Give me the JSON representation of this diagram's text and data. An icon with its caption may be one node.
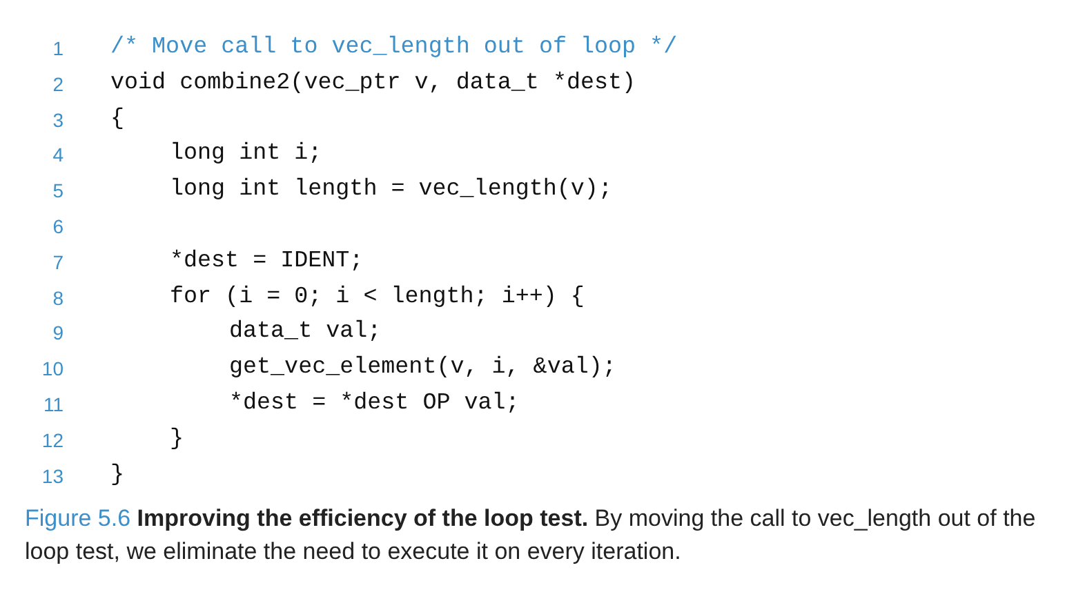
{
  "diagram": {
    "caption": "Figure 5.6 **Improving the efficiency of the loop test.** By moving the call to vec_length out of the loop test, we eliminate the need to execute it on every iteration.",
    "labels": [
      "1",
      "/* Move call to vec_length out of loop */",
      "2",
      "void combine2(vec_ptr v, data_t *dest)",
      "3",
      "{",
      "4",
      "long int i;",
      "5",
      "long int length = vec_length(v);",
      "6",
      "7",
      "*dest = IDENT;",
      "8",
      "for (i = 0; i < length; i++) {",
      "9",
      "data_t val;",
      "10",
      "get_vec_element(v, i, &val);",
      "11",
      "*dest = *dest OP val;",
      "12",
      "}",
      "13",
      "}"
    ]
  }
}
